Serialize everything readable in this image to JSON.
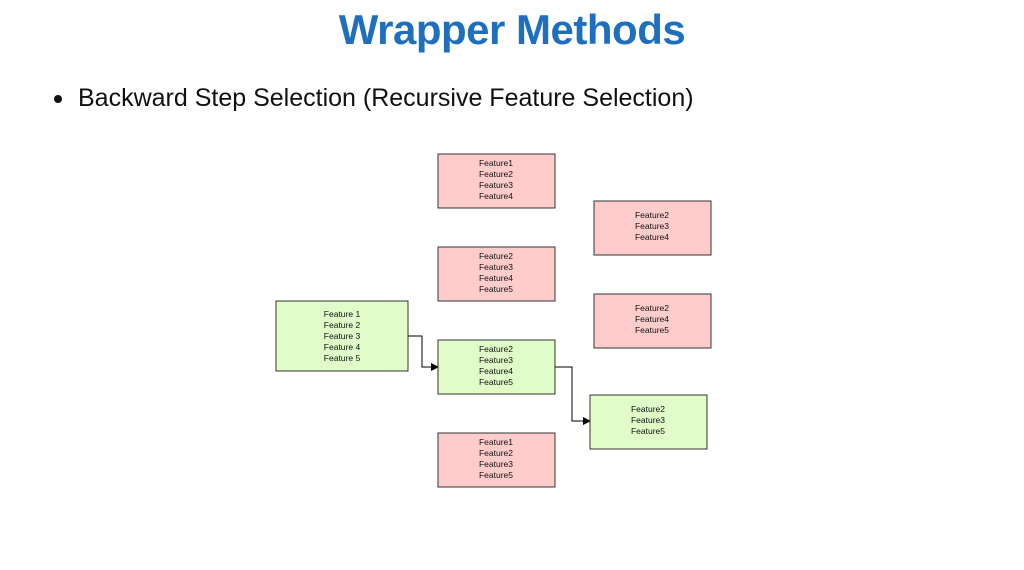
{
  "slide": {
    "title": "Wrapper Methods",
    "bullet": "Backward Step Selection (Recursive Feature Selection)"
  },
  "diagram": {
    "colors": {
      "selected_fill": "#e0fcc8",
      "rejected_fill": "#ffcccc",
      "border": "#333333",
      "arrow": "#000000"
    },
    "start_set": {
      "status": "selected",
      "features": [
        "Feature 1",
        "Feature 2",
        "Feature 3",
        "Feature 4",
        "Feature 5"
      ]
    },
    "round1_candidates": [
      {
        "status": "rejected",
        "features": [
          "Feature1",
          "Feature2",
          "Feature3",
          "Feature4"
        ]
      },
      {
        "status": "rejected",
        "features": [
          "Feature2",
          "Feature3",
          "Feature4",
          "Feature5"
        ]
      },
      {
        "status": "selected",
        "features": [
          "Feature2",
          "Feature3",
          "Feature4",
          "Feature5"
        ]
      },
      {
        "status": "rejected",
        "features": [
          "Feature1",
          "Feature2",
          "Feature3",
          "Feature5"
        ]
      }
    ],
    "round2_candidates": [
      {
        "status": "rejected",
        "features": [
          "Feature2",
          "Feature3",
          "Feature4"
        ]
      },
      {
        "status": "rejected",
        "features": [
          "Feature2",
          "Feature4",
          "Feature5"
        ]
      },
      {
        "status": "selected",
        "features": [
          "Feature2",
          "Feature3",
          "Feature5"
        ]
      }
    ]
  }
}
